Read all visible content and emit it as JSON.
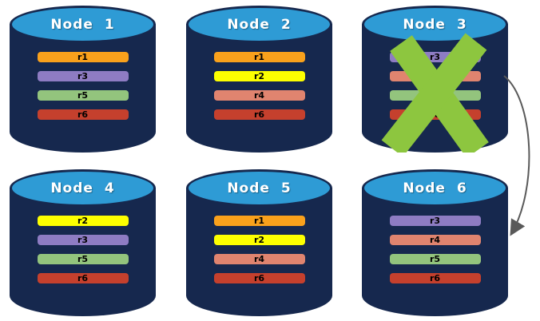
{
  "palette": {
    "cylinder_body": "#16284E",
    "cylinder_top": "#2E9BD5",
    "title_text": "#FFFFFF",
    "bar_text": "#000000",
    "failure_x": "#8DC63F",
    "arrow": "#595959"
  },
  "nodes": [
    {
      "name": "Node 1",
      "failed": false,
      "replicas": [
        {
          "label": "r1",
          "color": "#F9A11C"
        },
        {
          "label": "r3",
          "color": "#8E7CC3"
        },
        {
          "label": "r5",
          "color": "#93C47D"
        },
        {
          "label": "r6",
          "color": "#C5402D"
        }
      ]
    },
    {
      "name": "Node 2",
      "failed": false,
      "replicas": [
        {
          "label": "r1",
          "color": "#F9A11C"
        },
        {
          "label": "r2",
          "color": "#FDFF00"
        },
        {
          "label": "r4",
          "color": "#E0846F"
        },
        {
          "label": "r6",
          "color": "#C5402D"
        }
      ]
    },
    {
      "name": "Node 3",
      "failed": true,
      "replicas": [
        {
          "label": "r3",
          "color": "#8E7CC3"
        },
        {
          "label": "r4",
          "color": "#E0846F"
        },
        {
          "label": "r5",
          "color": "#93C47D"
        },
        {
          "label": "r6",
          "color": "#C5402D"
        }
      ]
    },
    {
      "name": "Node 4",
      "failed": false,
      "replicas": [
        {
          "label": "r2",
          "color": "#FDFF00"
        },
        {
          "label": "r3",
          "color": "#8E7CC3"
        },
        {
          "label": "r5",
          "color": "#93C47D"
        },
        {
          "label": "r6",
          "color": "#C5402D"
        }
      ]
    },
    {
      "name": "Node 5",
      "failed": false,
      "replicas": [
        {
          "label": "r1",
          "color": "#F9A11C"
        },
        {
          "label": "r2",
          "color": "#FDFF00"
        },
        {
          "label": "r4",
          "color": "#E0846F"
        },
        {
          "label": "r6",
          "color": "#C5402D"
        }
      ]
    },
    {
      "name": "Node 6",
      "failed": false,
      "replicas": [
        {
          "label": "r3",
          "color": "#8E7CC3"
        },
        {
          "label": "r4",
          "color": "#E0846F"
        },
        {
          "label": "r5",
          "color": "#93C47D"
        },
        {
          "label": "r6",
          "color": "#C5402D"
        }
      ]
    }
  ],
  "arrow": {
    "from": "Node 3",
    "to": "Node 6"
  }
}
